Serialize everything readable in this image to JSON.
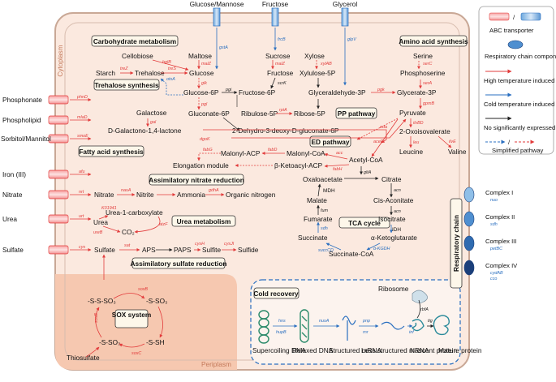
{
  "colors": {
    "cell_fill": "#fbe9df",
    "cell_border": "#c9a896",
    "periplasm_fill": "#f6c8b0",
    "red": "#e23b3b",
    "blue": "#2a6fc0",
    "black": "#222222"
  },
  "compartments": {
    "cytoplasm": "Cytoplasm",
    "periplasm": "Periplasm"
  },
  "top_substrates": {
    "glucose_mannose": "Glucose/Mannose",
    "fructose": "Fructose",
    "glycerol": "Glycerol"
  },
  "left_substrates": {
    "phosphonate": "Phosphonate",
    "phospholipid": "Phospholipid",
    "sorbitol": "Sorbitol/Mannitol",
    "iron": "Iron (III)",
    "nitrate": "Nitrate",
    "urea": "Urea",
    "sulfate": "Sulfate"
  },
  "boxes": {
    "carb": "Carbohydrate metabolism",
    "amino": "Amino acid synthesis",
    "trehalose": "Trehalose synthesis",
    "pp": "PP pathway",
    "ed": "ED pathway",
    "fatty": "Fatty acid synthesis",
    "nitrate": "Assimilatory nitrate reduction",
    "urea": "Urea metabolism",
    "tca": "TCA cycle",
    "sulfate": "Assimilatory sulfate reduction",
    "cold": "Cold recovery",
    "sox": "SOX system",
    "resp": "Respiratory chain"
  },
  "metabolites": {
    "cellobiose": "Cellobiose",
    "maltose": "Maltose",
    "sucrose": "Sucrose",
    "xylose": "Xylose",
    "serine": "Serine",
    "starch": "Starch",
    "trehalose": "Trehalose",
    "glucose": "Glucose",
    "fructose_c": "Fructose",
    "xylulose5p": "Xylulose-5P",
    "phosphoserine": "Phosphoserine",
    "glucose6p": "Glucose-6P",
    "fructose6p": "Fructose-6P",
    "ga3p": "Glyceraldehyde-3P",
    "glycerate3p": "Glycerate-3P",
    "galactose": "Galactose",
    "gluconate6p": "Gluconate-6P",
    "ribulose5p": "Ribulose-5P",
    "ribose5p": "Ribose-5P",
    "pyruvate": "Pyruvate",
    "dgalacto": "D-Galactono-1,4-lactone",
    "kdpg": "2-Dehydro-3-deoxy-D-gluconate-6P",
    "oxoval": "2-Oxoisovalerate",
    "leucine": "Leucine",
    "valine": "Valine",
    "malonylacp": "Malonyl-ACP",
    "malonylcoa": "Malonyl-CoA",
    "acetylcoa": "Acetyl-CoA",
    "elongation": "Elongation module",
    "betaketo": "β-Ketoacyl-ACP",
    "oxaloacetate": "Oxaloacetate",
    "citrate": "Citrate",
    "malate": "Malate",
    "cisaconitate": "Cis-Aconitate",
    "fumarate": "Fumarate",
    "isocitrate": "Isocitrate",
    "succinate": "Succinate",
    "akg": "α-Ketoglutarate",
    "succinylcoa": "Succinate-CoA",
    "nitrate_c": "Nitrate",
    "nitrite": "Nitrite",
    "ammonia": "Ammonia",
    "orgn": "Organic nitrogen",
    "urea1c": "Urea-1-carboxylate",
    "urea_c": "Urea",
    "co2": "CO₂",
    "sulfate_c": "Sulfate",
    "aps": "APS",
    "paps": "PAPS",
    "sulfite": "Sulfite",
    "sulfide": "Sulfide",
    "sso3": "-S-S-SO₃",
    "so3": "-S-SO₃",
    "sso3b": "-S-SO₃",
    "ssh": "-S-SH",
    "thiosulfate": "Thiosulfate",
    "ribosome": "Ribosome",
    "supercoil": "Supercoiling DNA",
    "relaxed": "Relaxed DNA",
    "structured": "Structured mRNA",
    "lessstructured": "Less structured mRNA",
    "nascent": "Nascent protein",
    "mature": "Mature protein"
  },
  "genes": {
    "gstA": "gstA",
    "frcB": "frcB",
    "glpV": "glpV",
    "bglB": "bglB",
    "malZ1": "malZ",
    "malZ2": "malZ",
    "xylAB": "xylAB",
    "serC": "serC",
    "treZ": "treZ",
    "treS": "treS",
    "scrK": "scrK",
    "serA": "serA",
    "otsA": "otsA",
    "glk": "glk",
    "pgi": "pgi",
    "pgk": "pgk",
    "gpmB": "gpmB",
    "pgl": "pgl",
    "rpiA": "rpiA",
    "gal": "gal",
    "ilvBD": "ilvBD",
    "ilvE": "ilvE",
    "leu": "leu",
    "dgoK": "dgoK",
    "eda": "eda",
    "fabG": "fabG",
    "fabD": "fabD",
    "acc": "acc",
    "aceE": "aceE",
    "fabH": "fabH",
    "phnD": "phnD",
    "mlaD": "mlaD",
    "smoE": "smoE",
    "afu": "afu",
    "nrt": "nrt",
    "nasA": "nasA",
    "gdhA": "gdhA",
    "urt": "urt",
    "k01941": "K01941",
    "atzF": "atzF",
    "ureB": "ureB",
    "cys": "cys",
    "sat": "sat",
    "cysH": "cysH",
    "cysJI": "cysJI",
    "gltA": "gltA",
    "mdh": "MDH",
    "acn1": "acn",
    "acn2": "acn",
    "fum": "fum",
    "idh": "IDH",
    "sdh": "sdh",
    "akgdh": "α-KGDH",
    "succCD": "succCD",
    "soxB": "soxB",
    "soxB2": "soxB",
    "soxC": "soxC",
    "hns": "hns",
    "hupB": "hupB",
    "nusA": "nusA",
    "pnp": "pnp",
    "rnr": "rnr",
    "rbfA": "rbfA",
    "inf": "inf",
    "tig": "tig"
  },
  "legend": {
    "slash": "/",
    "abc": "ABC transporter",
    "resp_comp": "Respiratory chain component",
    "high": "High temperature induced genes",
    "cold": "Cold temperature induced genes",
    "nosig": "No significantly expressed genes",
    "simplified": "Simplified pathway"
  },
  "complexes": [
    {
      "name": "Complex I",
      "gene": "nuo",
      "color": "#8fbfe8"
    },
    {
      "name": "Complex II",
      "gene": "sdh",
      "color": "#4f8fd0"
    },
    {
      "name": "Complex III",
      "gene": "petBC",
      "color": "#2f6bb0"
    },
    {
      "name": "Complex IV",
      "gene": "cydAB",
      "gene2": "cco",
      "color": "#1b3f7a"
    }
  ]
}
